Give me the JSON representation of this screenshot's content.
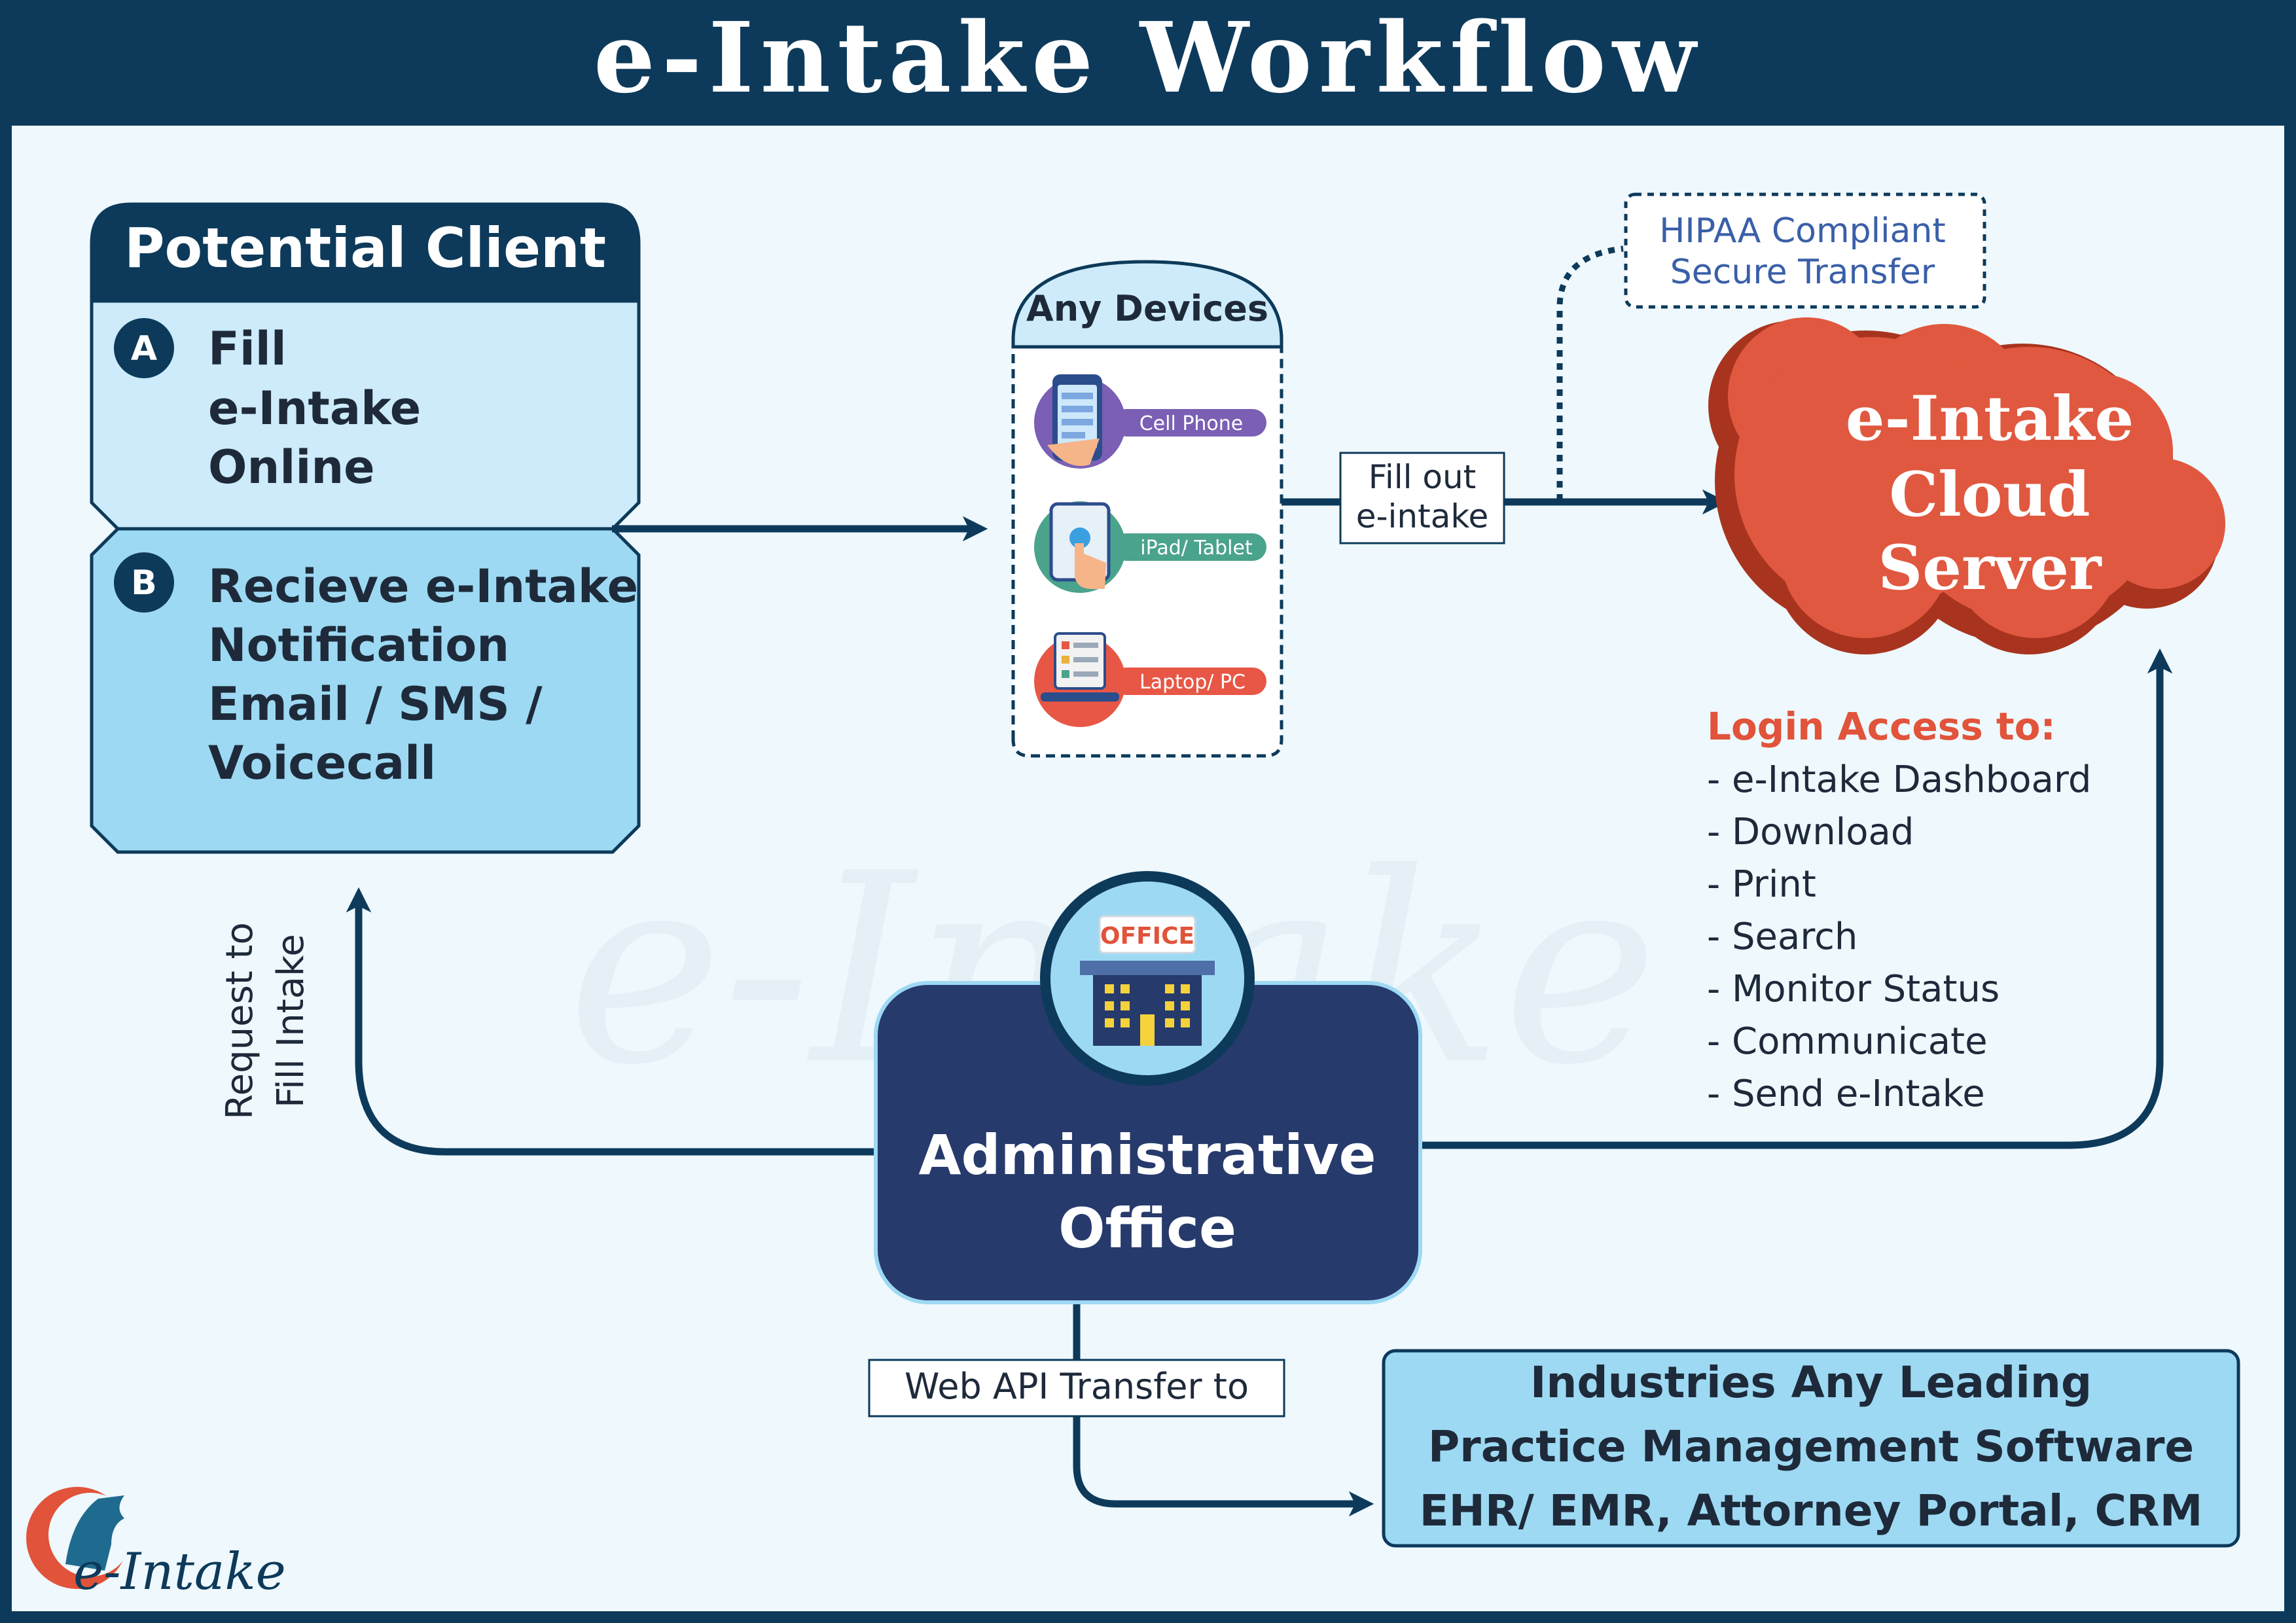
{
  "title": "e-Intake Workflow",
  "watermark": "e-Intake",
  "potential_client": {
    "header": "Potential Client",
    "step_a": {
      "badge": "A",
      "lines": [
        "Fill",
        "e-Intake",
        "Online"
      ]
    },
    "step_b": {
      "badge": "B",
      "lines": [
        "Recieve e-Intake",
        "Notification",
        "Email / SMS /",
        "Voicecall"
      ]
    }
  },
  "devices": {
    "header": "Any Devices",
    "items": [
      "Cell Phone",
      "iPad/ Tablet",
      "Laptop/ PC"
    ]
  },
  "fill_out_label": [
    "Fill out",
    "e-intake"
  ],
  "hipaa_note": [
    "HIPAA Compliant",
    "Secure Transfer"
  ],
  "cloud_server": [
    "e-Intake",
    "Cloud",
    "Server"
  ],
  "login_access": {
    "heading": "Login Access to:",
    "items": [
      "- e-Intake Dashboard",
      "- Download",
      "- Print",
      "- Search",
      "- Monitor Status",
      "- Communicate",
      "- Send e-Intake"
    ]
  },
  "office": {
    "sign": "OFFICE",
    "lines": [
      "Administrative",
      "Office"
    ]
  },
  "request_label": [
    "Request to",
    "Fill Intake"
  ],
  "web_api_label": "Web API Transfer to",
  "industries": [
    "Industries Any Leading",
    "Practice Management Software",
    "EHR/ EMR, Attorney Portal, CRM"
  ],
  "logo": {
    "text": "e-Intake"
  },
  "colors": {
    "navy": "#0d3a5a",
    "background": "#eef8fd",
    "light_blue": "#cdebfa",
    "mid_blue": "#9dd9f3",
    "office_navy": "#273a6c",
    "cloud_red": "#d9543c",
    "accent_orange": "#e1533a",
    "hipaa_blue": "#3a5fa8",
    "badge_purple": "#7a5fb4",
    "badge_green": "#4aa38c",
    "badge_red": "#e85746"
  }
}
